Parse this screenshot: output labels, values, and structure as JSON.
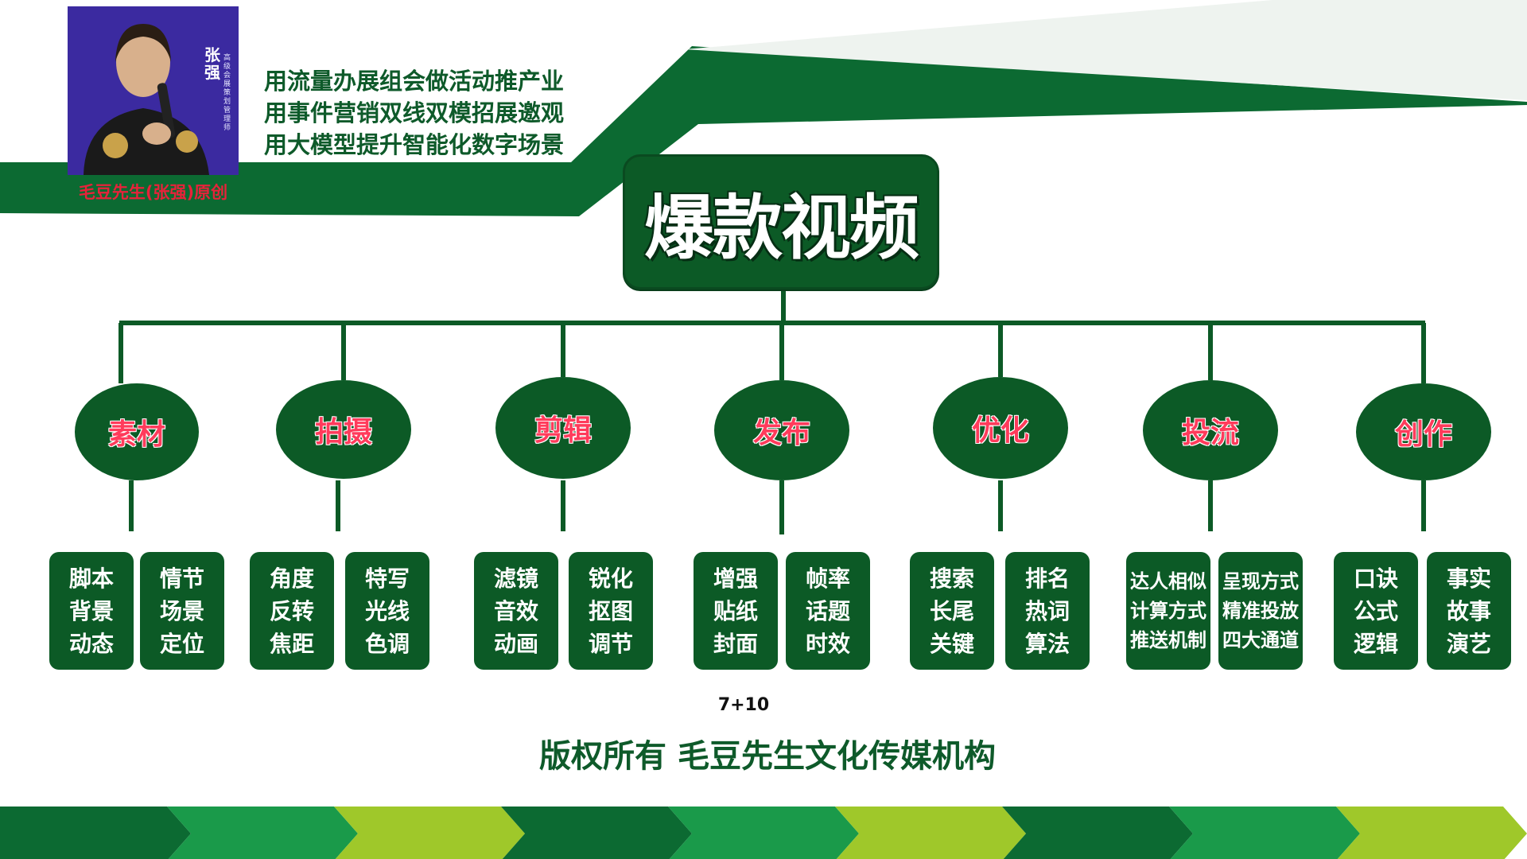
{
  "header": {
    "slogans": [
      "用流量办展组会做活动推产业",
      "用事件营销双线双模招展邀观",
      "用大模型提升智能化数字场景"
    ]
  },
  "portrait": {
    "name": "张强",
    "subtitle": "高级会展策划管理师",
    "credit": "毛豆先生(张强)原创"
  },
  "diagram": {
    "root": "爆款视频",
    "categories": [
      {
        "label": "素材",
        "items": [
          [
            "脚本",
            "背景",
            "动态"
          ],
          [
            "情节",
            "场景",
            "定位"
          ]
        ]
      },
      {
        "label": "拍摄",
        "items": [
          [
            "角度",
            "反转",
            "焦距"
          ],
          [
            "特写",
            "光线",
            "色调"
          ]
        ]
      },
      {
        "label": "剪辑",
        "items": [
          [
            "滤镜",
            "音效",
            "动画"
          ],
          [
            "锐化",
            "抠图",
            "调节"
          ]
        ]
      },
      {
        "label": "发布",
        "items": [
          [
            "增强",
            "贴纸",
            "封面"
          ],
          [
            "帧率",
            "话题",
            "时效"
          ]
        ]
      },
      {
        "label": "优化",
        "items": [
          [
            "搜索",
            "长尾",
            "关键"
          ],
          [
            "排名",
            "热词",
            "算法"
          ]
        ]
      },
      {
        "label": "投流",
        "items": [
          [
            "达人相似",
            "计算方式",
            "推送机制"
          ],
          [
            "呈现方式",
            "精准投放",
            "四大通道"
          ]
        ]
      },
      {
        "label": "创作",
        "items": [
          [
            "口诀",
            "公式",
            "逻辑"
          ],
          [
            "事实",
            "故事",
            "演艺"
          ]
        ]
      }
    ]
  },
  "footer": {
    "counter": "7+10",
    "copyright": "版权所有 毛豆先生文化传媒机构"
  },
  "colors": {
    "dark_green": "#0c5a26",
    "mid_green": "#1a9a4a",
    "lime": "#9fc82a",
    "category_text": "#ff3b5b"
  }
}
